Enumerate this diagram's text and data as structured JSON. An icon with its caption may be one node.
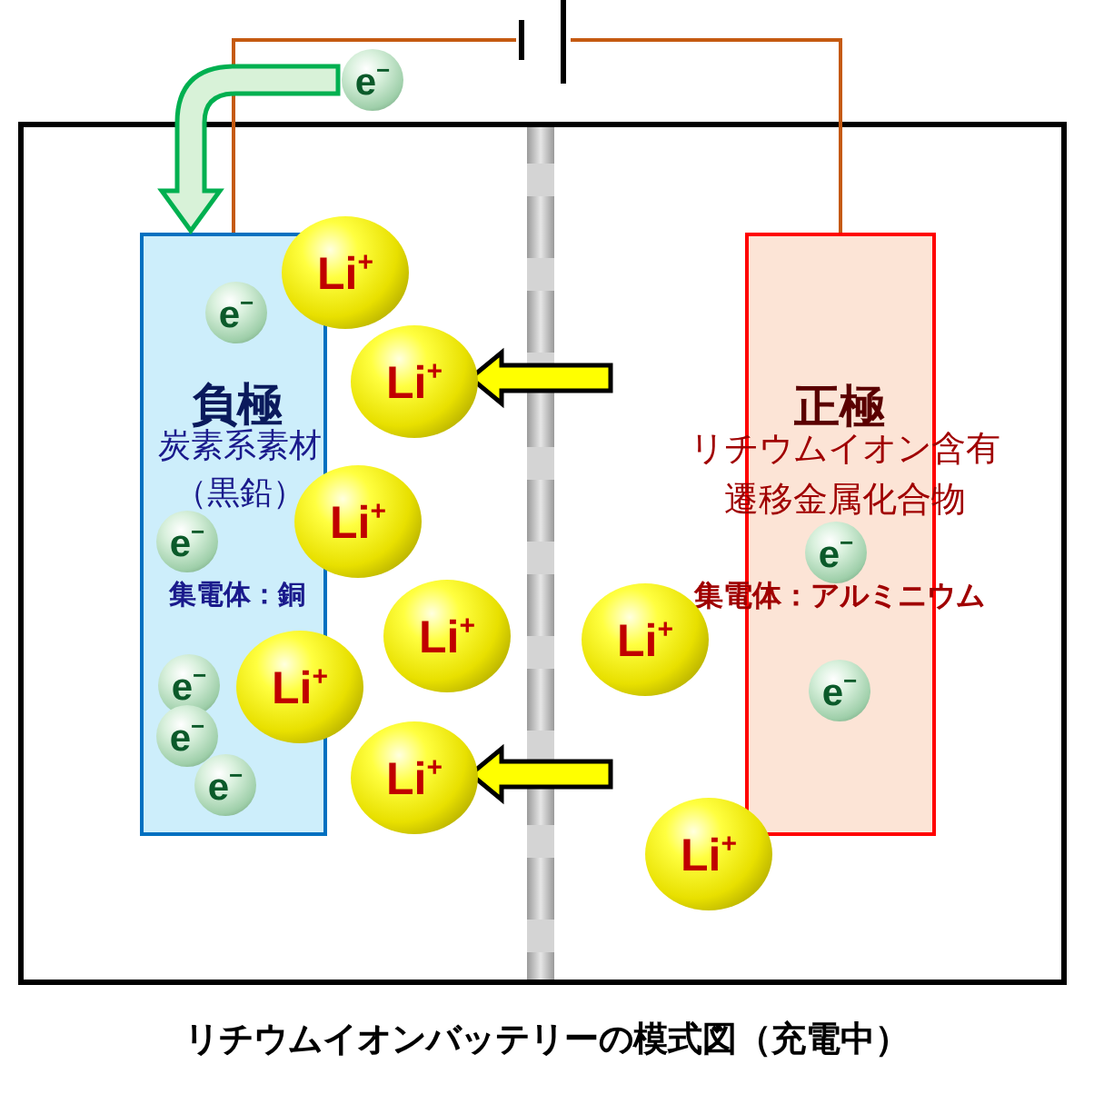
{
  "diagram": {
    "caption": "リチウムイオンバッテリーの模式図（充電中）",
    "nodes": [
      {
        "text": [
          "e$^{−}$"
        ]
      },
      {
        "text": [],
        "shape": "battery"
      },
      {
        "text": [],
        "shape": "box"
      },
      {
        "text": [
          "負極",
          "炭素系素材（黒鉛）",
          "集電体：銅"
        ],
        "in": 2
      },
      {
        "text": [
          "正極",
          "リチウムイオン含有遷移金属化合物",
          "集電体：アルミニウム"
        ],
        "in": 2
      },
      {
        "text": [
          "e$^{−}$"
        ],
        "in": 3
      },
      {
        "text": [
          "e$^{−}$"
        ],
        "in": 3
      },
      {
        "text": [
          "e$^{−}$"
        ],
        "in": 3
      },
      {
        "text": [
          "e$^{−}$"
        ],
        "in": 3
      },
      {
        "text": [
          "e$^{−}$"
        ],
        "in": 3
      },
      {
        "text": [
          "Li$^{+}$"
        ],
        "in": 2
      },
      {
        "text": [
          "Li$^{+}$"
        ],
        "in": 2
      },
      {
        "text": [
          "Li$^{+}$"
        ],
        "in": 2
      },
      {
        "text": [
          "Li$^{+}$"
        ],
        "in": 2
      },
      {
        "text": [
          "Li$^{+}$"
        ],
        "in": 2
      },
      {
        "text": [
          "Li$^{+}$"
        ],
        "in": 2
      },
      {
        "text": [
          "Li$^{+}$"
        ],
        "in": 2
      },
      {
        "text": [
          "Li$^{+}$"
        ],
        "in": 2
      },
      {
        "text": [
          "e$^{−}$"
        ],
        "in": 4
      },
      {
        "text": [
          "e$^{−}$"
        ],
        "in": 4
      }
    ],
    "edges": [
      {
        "from": 3,
        "to": 1,
        "arrow": "none",
        "color": "#c55a11"
      },
      {
        "from": 1,
        "to": 4,
        "arrow": "none",
        "color": "#c55a11"
      },
      {
        "from": 0,
        "to": 3,
        "arrow": "to",
        "style": "thick",
        "color": "#00b050"
      },
      {
        "from": null,
        "to": 11,
        "arrow": "to",
        "style": "thick",
        "color": "#ffff00"
      },
      {
        "from": null,
        "to": 15,
        "arrow": "to",
        "style": "thick",
        "color": "#ffff00"
      }
    ]
  }
}
